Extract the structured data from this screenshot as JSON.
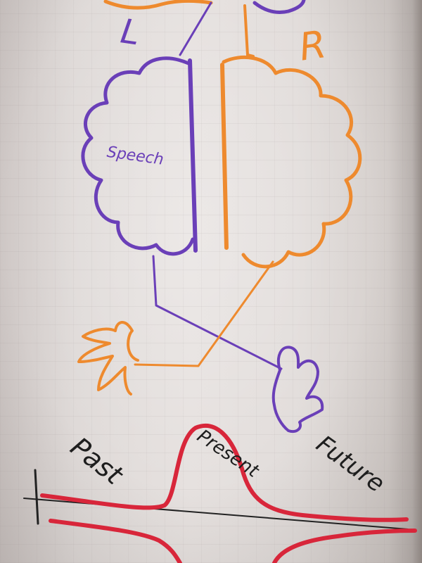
{
  "colors": {
    "paper": "#e3dedc",
    "purple_marker": "#6a3fb8",
    "orange_marker": "#ee8a2e",
    "red_marker": "#d8263a",
    "black_marker": "#222222"
  },
  "labels": {
    "left_letter": "L",
    "right_letter": "R",
    "speech": "Speech",
    "past": "Past",
    "present": "Present",
    "future": "Future"
  }
}
